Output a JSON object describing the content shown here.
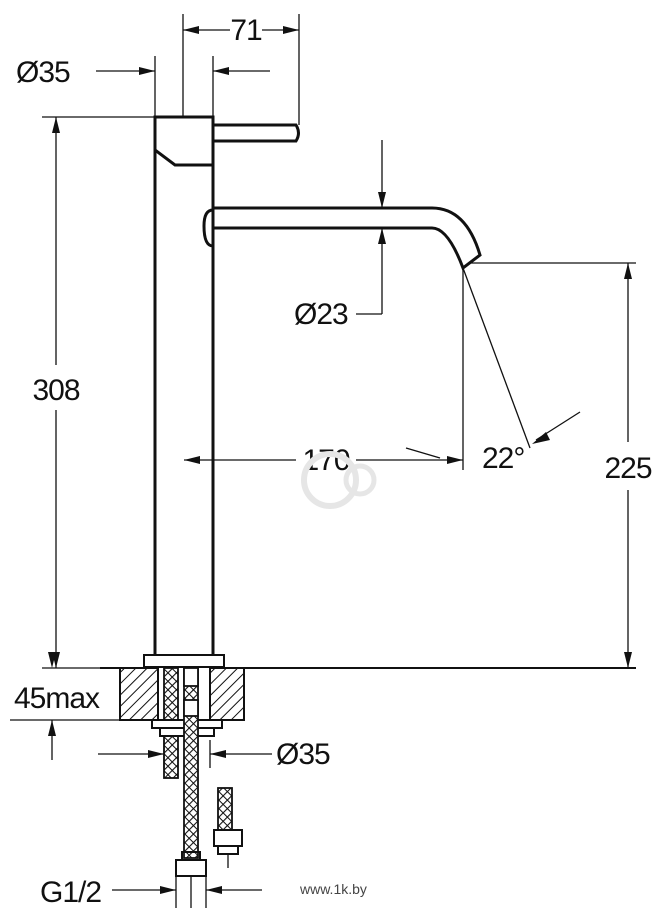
{
  "dimensions": {
    "lever_offset": "71",
    "body_diameter": "Ø35",
    "total_height": "308",
    "spout_diameter": "Ø23",
    "spout_reach": "170",
    "spout_angle": "22°",
    "spout_height": "225",
    "max_counter_thickness": "45max",
    "shank_diameter": "Ø35",
    "connection_thread": "G1/2"
  },
  "watermark": "www.1k.by"
}
